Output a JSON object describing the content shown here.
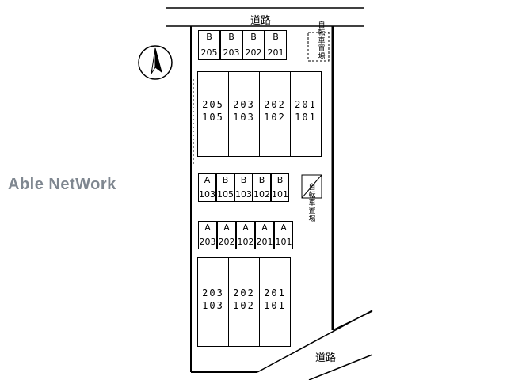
{
  "watermark": "Able NetWork",
  "roads": {
    "top": "道路",
    "bottom": "道路"
  },
  "bicycle_parking": {
    "top": "自転車置場",
    "middle": "自転車置場"
  },
  "building_b": {
    "title": "B棟",
    "units": [
      {
        "upper": "205",
        "lower": "105"
      },
      {
        "upper": "203",
        "lower": "103"
      },
      {
        "upper": "202",
        "lower": "102"
      },
      {
        "upper": "201",
        "lower": "101"
      }
    ]
  },
  "building_a": {
    "title": "A棟",
    "units": [
      {
        "upper": "203",
        "lower": "103"
      },
      {
        "upper": "202",
        "lower": "102"
      },
      {
        "upper": "201",
        "lower": "101"
      }
    ]
  },
  "parking_top": [
    {
      "bldg": "B",
      "unit": "205"
    },
    {
      "bldg": "B",
      "unit": "203"
    },
    {
      "bldg": "B",
      "unit": "202"
    },
    {
      "bldg": "B",
      "unit": "201"
    }
  ],
  "parking_middle": [
    {
      "bldg": "A",
      "unit": "103"
    },
    {
      "bldg": "B",
      "unit": "105"
    },
    {
      "bldg": "B",
      "unit": "103"
    },
    {
      "bldg": "B",
      "unit": "102"
    },
    {
      "bldg": "B",
      "unit": "101"
    }
  ],
  "parking_lower": [
    {
      "bldg": "A",
      "unit": "203"
    },
    {
      "bldg": "A",
      "unit": "202"
    },
    {
      "bldg": "A",
      "unit": "102"
    },
    {
      "bldg": "A",
      "unit": "201"
    },
    {
      "bldg": "A",
      "unit": "101"
    }
  ],
  "north_arrow_icon": "north-arrow-icon"
}
